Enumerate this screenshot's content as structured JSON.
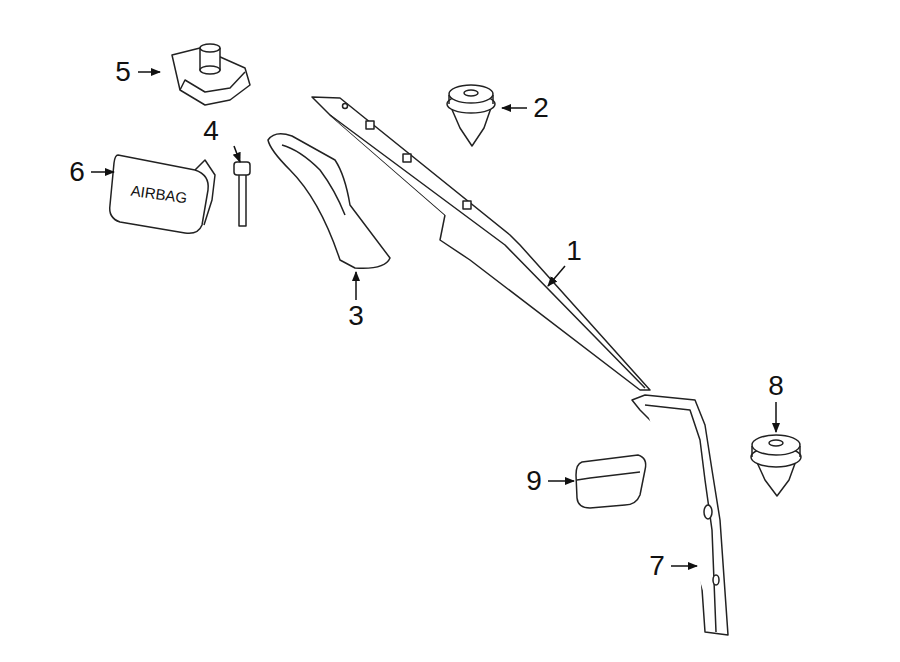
{
  "diagram": {
    "labels": [
      "5",
      "2",
      "4",
      "6",
      "AIRBAG",
      "1",
      "3",
      "8",
      "9",
      "7"
    ]
  }
}
